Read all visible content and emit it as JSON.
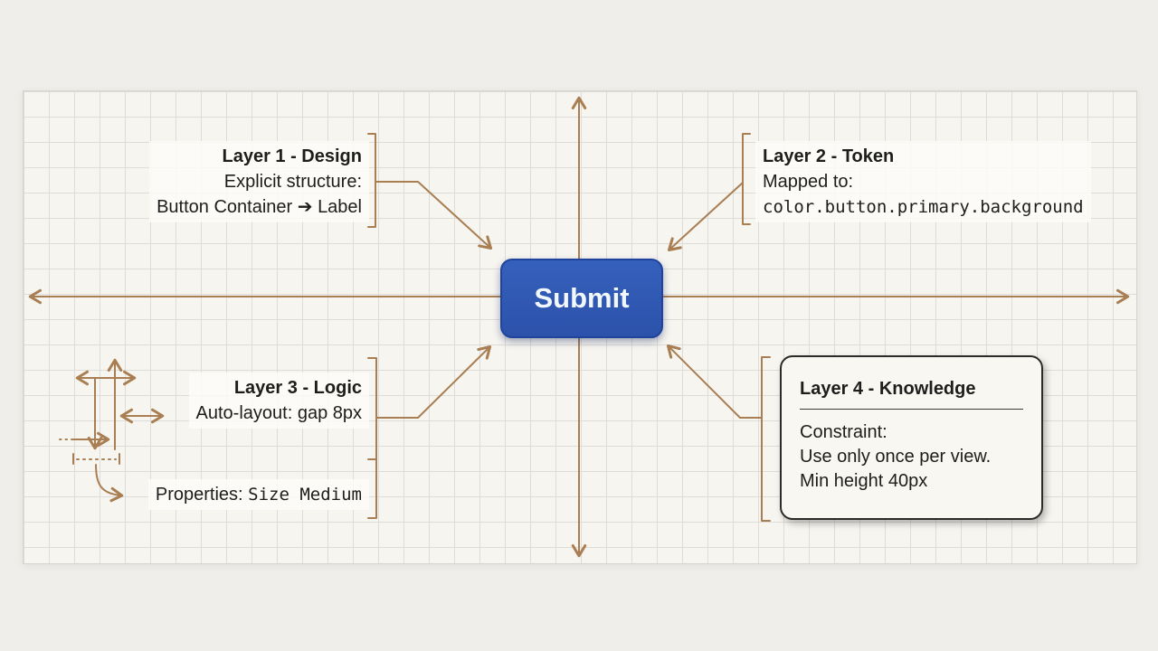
{
  "button": {
    "label": "Submit"
  },
  "layer1": {
    "title": "Layer 1 - Design",
    "line1": "Explicit structure:",
    "line2": "Button Container ➔ Label"
  },
  "layer2": {
    "title": "Layer 2 - Token",
    "line1": "Mapped to:",
    "code": "color.button.primary.background"
  },
  "layer3": {
    "title": "Layer 3 - Logic",
    "line1": "Auto-layout: gap 8px",
    "line2_label": "Properties: ",
    "line2_value": "Size Medium"
  },
  "layer4": {
    "title": "Layer 4 - Knowledge",
    "line1": "Constraint:",
    "line2": "Use only once per view.",
    "line3": "Min height 40px"
  },
  "colors": {
    "page_background": "#f0eeea",
    "paper_background": "#f7f5f0",
    "grid_line": "#dddcd8",
    "sketch_accent": "#a87e52",
    "button_background": "#2f57b2",
    "button_border": "#20439b",
    "button_text": "#f2f7fd",
    "ink": "#1d1d1b"
  }
}
